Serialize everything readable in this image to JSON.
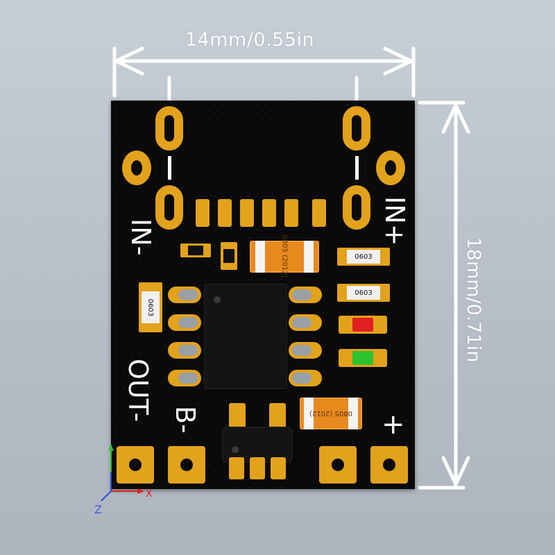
{
  "dimensions": {
    "width_label": "14mm/0.55in",
    "height_label": "18mm/0.71in"
  },
  "silkscreen": {
    "in_minus": "IN-",
    "in_plus": "IN+",
    "out_minus": "OUT-",
    "b_minus": "B-",
    "plus": "+"
  },
  "components": {
    "cap_top_label": "0805 (2012)",
    "cap_bottom_label": "0805 (2012)",
    "res_a_label": "0603",
    "res_b_label": "0603",
    "res_c_label": "0603"
  },
  "axis": {
    "x_label": "X",
    "z_label": "Z"
  },
  "colors": {
    "board": "#0a0a0a",
    "pad_gold": "#e3a21c",
    "capacitor": "#e8891e",
    "led_red": "#e02020",
    "led_green": "#2ec22e",
    "annotation": "#ffffff"
  }
}
